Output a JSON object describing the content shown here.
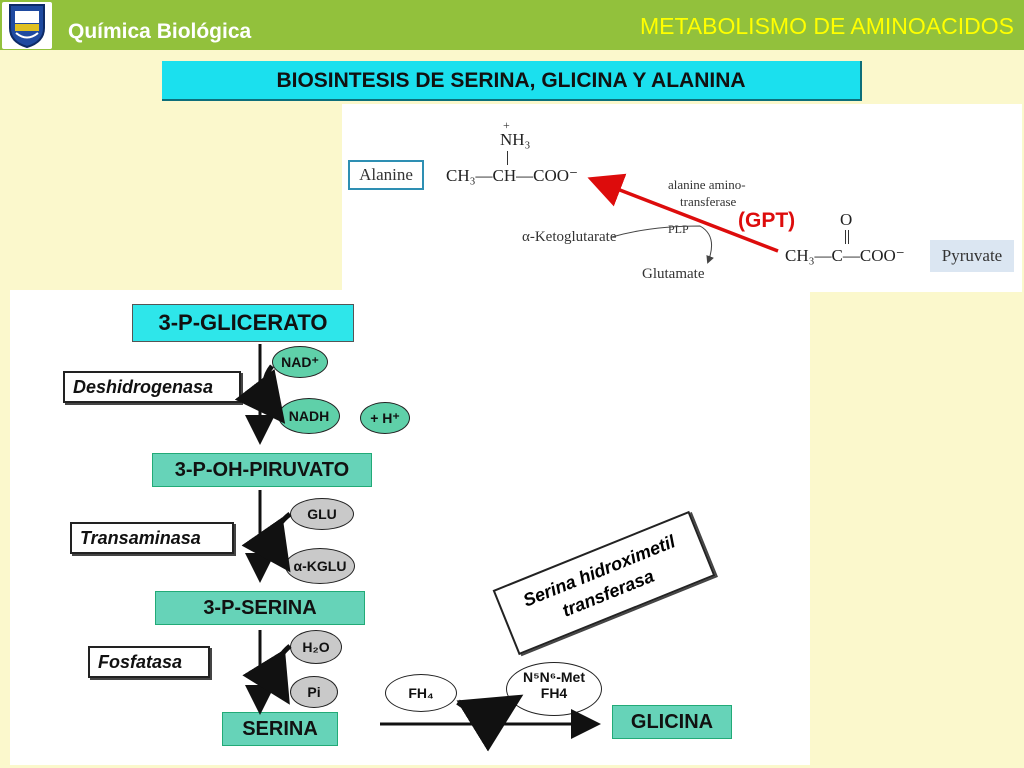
{
  "header": {
    "course_title": "Química Biológica",
    "section_title": "METABOLISMO DE AMINOACIDOS"
  },
  "page_title": "BIOSINTESIS DE SERINA, GLICINA Y ALANINA",
  "alanine_reaction": {
    "alanine_label": "Alanine",
    "pyruvate_label": "Pyruvate",
    "alanine_formula": "CH₃—CH—COO⁻",
    "amino_group": "NH₃",
    "amino_charge": "+",
    "pyruvate_formula": "CH₃—C—COO⁻",
    "carbonyl_oxygen": "O",
    "enzyme_line1": "alanine amino-",
    "enzyme_line2": "transferase",
    "cofactor": "PLP",
    "cosubstrate": "α-Ketoglutarate",
    "coproduct": "Glutamate",
    "enzyme_abbrev": "(GPT)",
    "arrow_color": "#dd0c0c"
  },
  "serine_pathway": {
    "start_molecule": "3-P-GLICERATO",
    "intermediate1": "3-P-OH-PIRUVATO",
    "intermediate2": "3-P-SERINA",
    "serine": "SERINA",
    "glycine": "GLICINA",
    "enzyme1": "Deshidrogenasa",
    "enzyme2": "Transaminasa",
    "enzyme3": "Fosfatasa",
    "enzyme4_line1": "Serina hidroximetil",
    "enzyme4_line2": "transferasa",
    "nad": "NAD⁺",
    "nadh": "NADH",
    "proton": "+ H⁺",
    "glu": "GLU",
    "akglu": "α-KGLU",
    "water": "H₂O",
    "pi": "Pi",
    "fh4": "FH₄",
    "met_line1": "N⁵N⁶-Met",
    "met_line2": "FH4"
  }
}
